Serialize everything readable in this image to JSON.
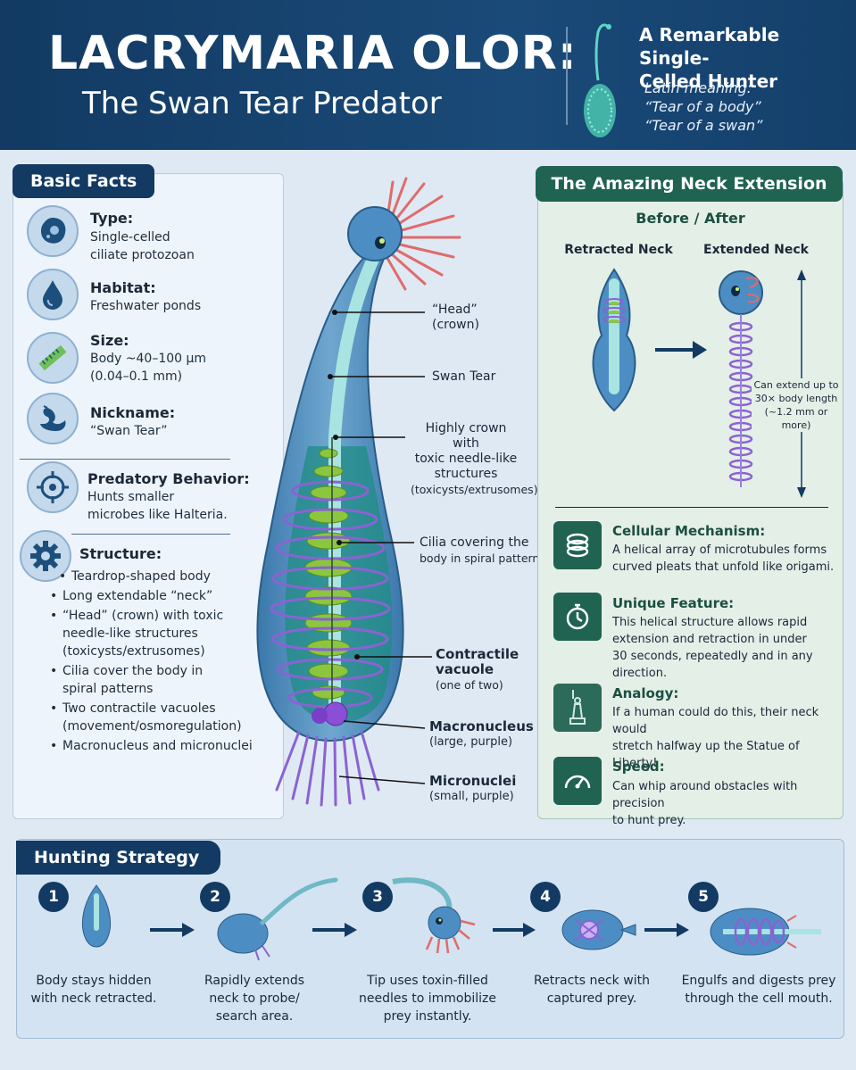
{
  "header": {
    "title": "LACRYMARIA OLOR:",
    "subtitle": "The Swan Tear Predator",
    "tagline_1": "A Remarkable Single-",
    "tagline_2": "Celled Hunter",
    "latin_label": "Latin meaning:",
    "latin_1": "“Tear of a body”",
    "latin_2": "“Tear of a swan”"
  },
  "basic_facts": {
    "label": "Basic Facts",
    "items": [
      {
        "icon": "cell-icon",
        "title": "Type:",
        "lines": [
          "Single-celled",
          "ciliate protozoan"
        ]
      },
      {
        "icon": "water-drop-icon",
        "title": "Habitat:",
        "lines": [
          "Freshwater ponds"
        ]
      },
      {
        "icon": "ruler-icon",
        "title": "Size:",
        "lines": [
          "Body ~40–100 µm",
          "(0.04–0.1 mm)"
        ]
      },
      {
        "icon": "swan-icon",
        "title": "Nickname:",
        "lines": [
          "“Swan Tear”"
        ]
      },
      {
        "icon": "target-icon",
        "title": "Predatory Behavior:",
        "lines": [
          "Hunts smaller",
          "microbes like Halteria."
        ]
      },
      {
        "icon": "gear-icon",
        "title": "Structure:",
        "lines": []
      }
    ],
    "structure_bullets": [
      "Teardrop-shaped body",
      "Long extendable “neck”",
      "“Head” (crown) with toxic needle-like structures (toxicysts/extrusomes)",
      "Cilia cover the body in spiral patterns",
      "Two contractile vacuoles (movement/osmoregulation)",
      "Macronucleus and micronuclei"
    ]
  },
  "diagram": {
    "head": [
      "“Head”",
      "(crown)"
    ],
    "swan_tear": "Swan Tear",
    "toxic": [
      "Highly crown with",
      "toxic needle-like",
      "structures"
    ],
    "toxic_sub": "(toxicysts/extrusomes)",
    "cilia": [
      "Cilia covering the"
    ],
    "cilia_sub": "body in spiral patterns",
    "vacuole": [
      "Contractile",
      "vacuole"
    ],
    "vacuole_sub": "(one of two)",
    "macro": "Macronucleus",
    "macro_sub": "(large, purple)",
    "micro": "Micronuclei",
    "micro_sub": "(small, purple)"
  },
  "neck": {
    "title": "The Amazing Neck Extension",
    "before_after": "Before / After",
    "retracted": "Retracted Neck",
    "extended": "Extended Neck",
    "extend_note": [
      "Can extend up to",
      "30× body length",
      "(~1.2 mm or more)"
    ],
    "features": [
      {
        "icon": "helix-icon",
        "title": "Cellular Mechanism:",
        "lines": [
          "A helical array of microtubules forms",
          "curved pleats that unfold like origami."
        ]
      },
      {
        "icon": "stopwatch-icon",
        "title": "Unique Feature:",
        "lines": [
          "This helical structure allows rapid",
          "extension and retraction in under",
          "30 seconds, repeatedly and in any direction."
        ]
      },
      {
        "icon": "statue-icon",
        "title": "Analogy:",
        "lines": [
          "If a human could do this, their neck would",
          "stretch halfway up the Statue of Liberty!"
        ]
      },
      {
        "icon": "speedometer-icon",
        "title": "Speed:",
        "lines": [
          "Can whip around obstacles with precision",
          "to hunt prey."
        ]
      }
    ]
  },
  "hunting": {
    "label": "Hunting Strategy",
    "steps": [
      {
        "num": "1",
        "lines": [
          "Body stays hidden",
          "with neck retracted."
        ]
      },
      {
        "num": "2",
        "lines": [
          "Rapidly extends",
          "neck to probe/",
          "search area."
        ]
      },
      {
        "num": "3",
        "lines": [
          "Tip uses toxin-filled",
          "needles to immobilize",
          "prey instantly."
        ]
      },
      {
        "num": "4",
        "lines": [
          "Retracts neck with",
          "captured prey."
        ]
      },
      {
        "num": "5",
        "lines": [
          "Engulfs and digests prey",
          "through the cell mouth."
        ]
      }
    ]
  },
  "colors": {
    "navy": "#123a63",
    "teal": "#1f6350",
    "body": "#4a86b8",
    "cilia": "#8a63d2",
    "toxin": "#e06b6b",
    "vacuole": "#8cc63f"
  }
}
